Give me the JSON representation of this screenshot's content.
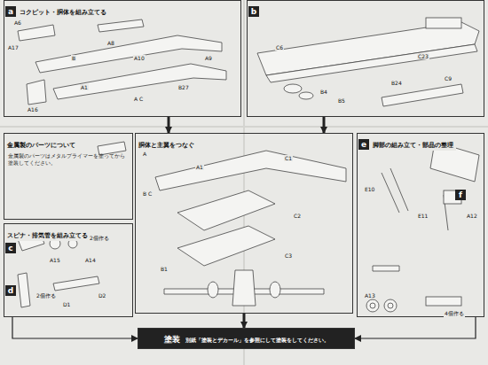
{
  "diagram": {
    "nodes": [
      {
        "text": [
          "a",
          "コクピット・胴体を組み立てる"
        ]
      },
      {
        "text": [
          "b"
        ]
      },
      {
        "text": [
          "胴体と主翼をつなぐ"
        ]
      },
      {
        "text": [
          "金属製のパーツについて",
          "金属製のパーツはメタルプライマーを塗ってから塗装してください。"
        ]
      },
      {
        "text": [
          "スピナ・排気管を組み立てる",
          "c",
          "d"
        ]
      },
      {
        "text": [
          "e",
          "脚部の組み立て・部品の整理",
          "f"
        ]
      },
      {
        "text": [
          "塗装",
          "別紙「塗装とデカール」を参照にして塗装をしてください。"
        ]
      }
    ],
    "edges": [
      {
        "from": 0,
        "to": 2,
        "arrow": "to"
      },
      {
        "from": 1,
        "to": 2,
        "arrow": "to"
      },
      {
        "from": 2,
        "to": 6,
        "arrow": "to"
      },
      {
        "from": 4,
        "to": 6,
        "arrow": "to"
      },
      {
        "from": 5,
        "to": 6,
        "arrow": "to"
      }
    ],
    "labels": [
      "A17",
      "A16",
      "A8",
      "A10",
      "A9",
      "B27",
      "A1",
      "A C",
      "B",
      "A6",
      "B4",
      "B5",
      "C23",
      "B24",
      "C6",
      "C9",
      "A",
      "B C",
      "C1",
      "C2",
      "C3",
      "A1",
      "B1",
      "A15",
      "A14",
      "2個作る",
      "2個作る",
      "E10",
      "E11",
      "A12",
      "A13",
      "4個作る",
      "D1",
      "D2"
    ]
  }
}
